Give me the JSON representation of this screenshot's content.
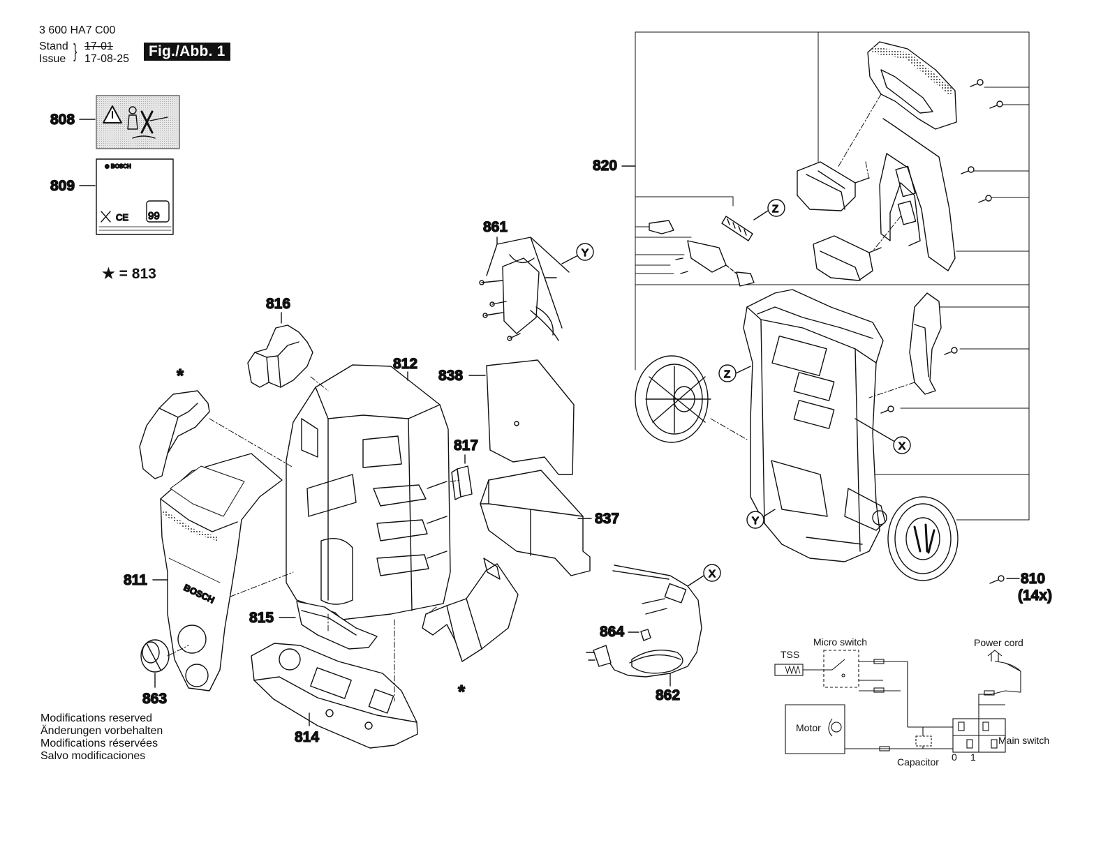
{
  "header": {
    "doc_number": "3 600 HA7 C00",
    "stand_label": "Stand",
    "issue_label": "Issue",
    "old_date": "17-01",
    "date": "17-08-25",
    "figure_label": "Fig./Abb. 1"
  },
  "legend": {
    "star_equals": "★ = 813"
  },
  "labels": {
    "808": "808",
    "809": "809",
    "810": "810",
    "810_qty": "(14x)",
    "811": "811",
    "812": "812",
    "814": "814",
    "815": "815",
    "816": "816",
    "817": "817",
    "820": "820",
    "837": "837",
    "838": "838",
    "861": "861",
    "862": "862",
    "863": "863",
    "864": "864",
    "star": "*"
  },
  "callouts": {
    "x": "X",
    "y": "Y",
    "z": "Z"
  },
  "label_809": {
    "brand": "⊕ BOSCH",
    "ce": "CE",
    "num": "99"
  },
  "wiring": {
    "tss": "TSS",
    "micro_switch": "Micro switch",
    "power_cord": "Power cord",
    "motor": "Motor",
    "main_switch": "Main switch",
    "capacitor": "Capacitor",
    "pos0": "0",
    "pos1": "1"
  },
  "notes": [
    "Modifications reserved",
    "Änderungen vorbehalten",
    "Modifications réservées",
    "Salvo modificaciones"
  ],
  "brand_on_part": "BOSCH"
}
